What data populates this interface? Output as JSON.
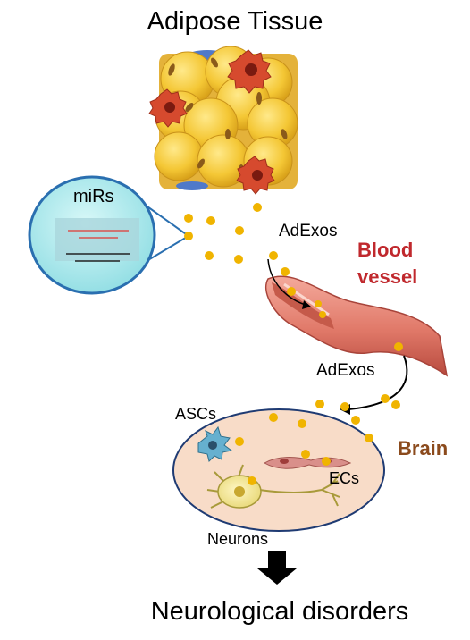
{
  "title": "Adipose Tissue",
  "bottom_label": "Neurological disorders",
  "labels": {
    "mirs": "miRs",
    "adexos_top": "AdExos",
    "adexos_bottom": "AdExos",
    "blood_vessel_line1": "Blood",
    "blood_vessel_line2": "vessel",
    "brain": "Brain",
    "ascs": "ASCs",
    "ecs": "ECs",
    "neurons": "Neurons"
  },
  "colors": {
    "adipocyte": "#f2c531",
    "exosome": "#f0b400",
    "blood_label": "#c0282d",
    "brain_label": "#8b4a1c",
    "brain_fill": "#f8dcc8",
    "mir_circle_fill": "#b8ecef",
    "mir_circle_border": "#2a6fb0"
  }
}
